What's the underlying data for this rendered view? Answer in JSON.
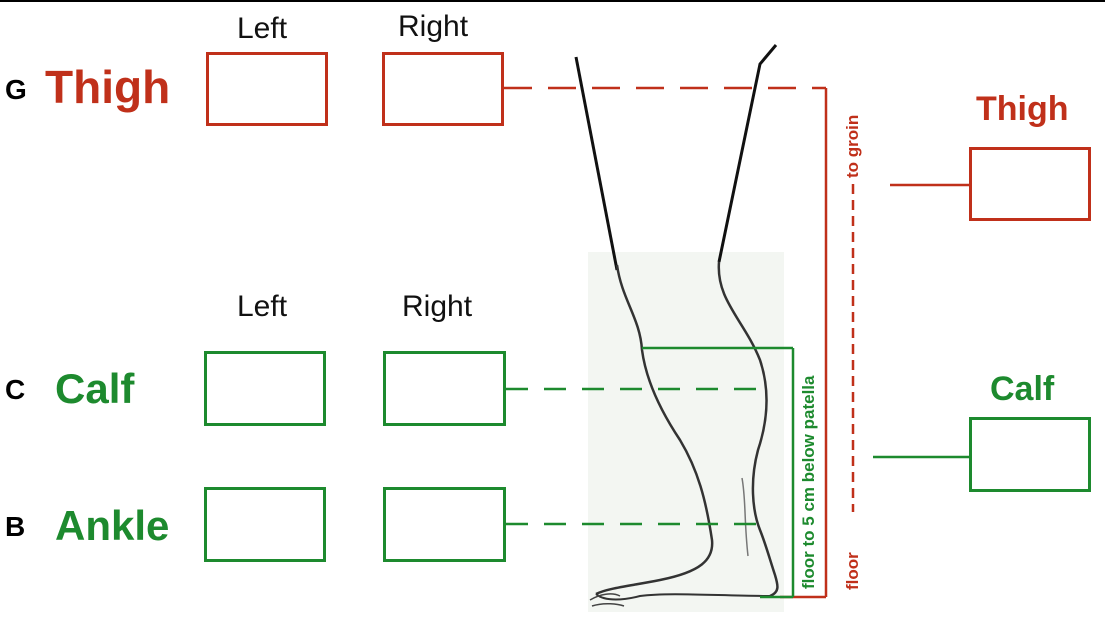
{
  "column_headers": {
    "thigh_left": "Left",
    "thigh_right": "Right",
    "lower_left": "Left",
    "lower_right": "Right"
  },
  "rows": {
    "thigh": {
      "letter": "G",
      "label": "Thigh"
    },
    "calf": {
      "letter": "C",
      "label": "Calf"
    },
    "ankle": {
      "letter": "B",
      "label": "Ankle"
    }
  },
  "side_labels": {
    "thigh": "Thigh",
    "calf": "Calf"
  },
  "measurements": {
    "calf_length": "floor to 5 cm below patella",
    "thigh_length_top": "to groin",
    "thigh_length_bottom": "floor"
  },
  "colors": {
    "thigh": "#c0301a",
    "calf_ankle": "#1d8a2e"
  }
}
